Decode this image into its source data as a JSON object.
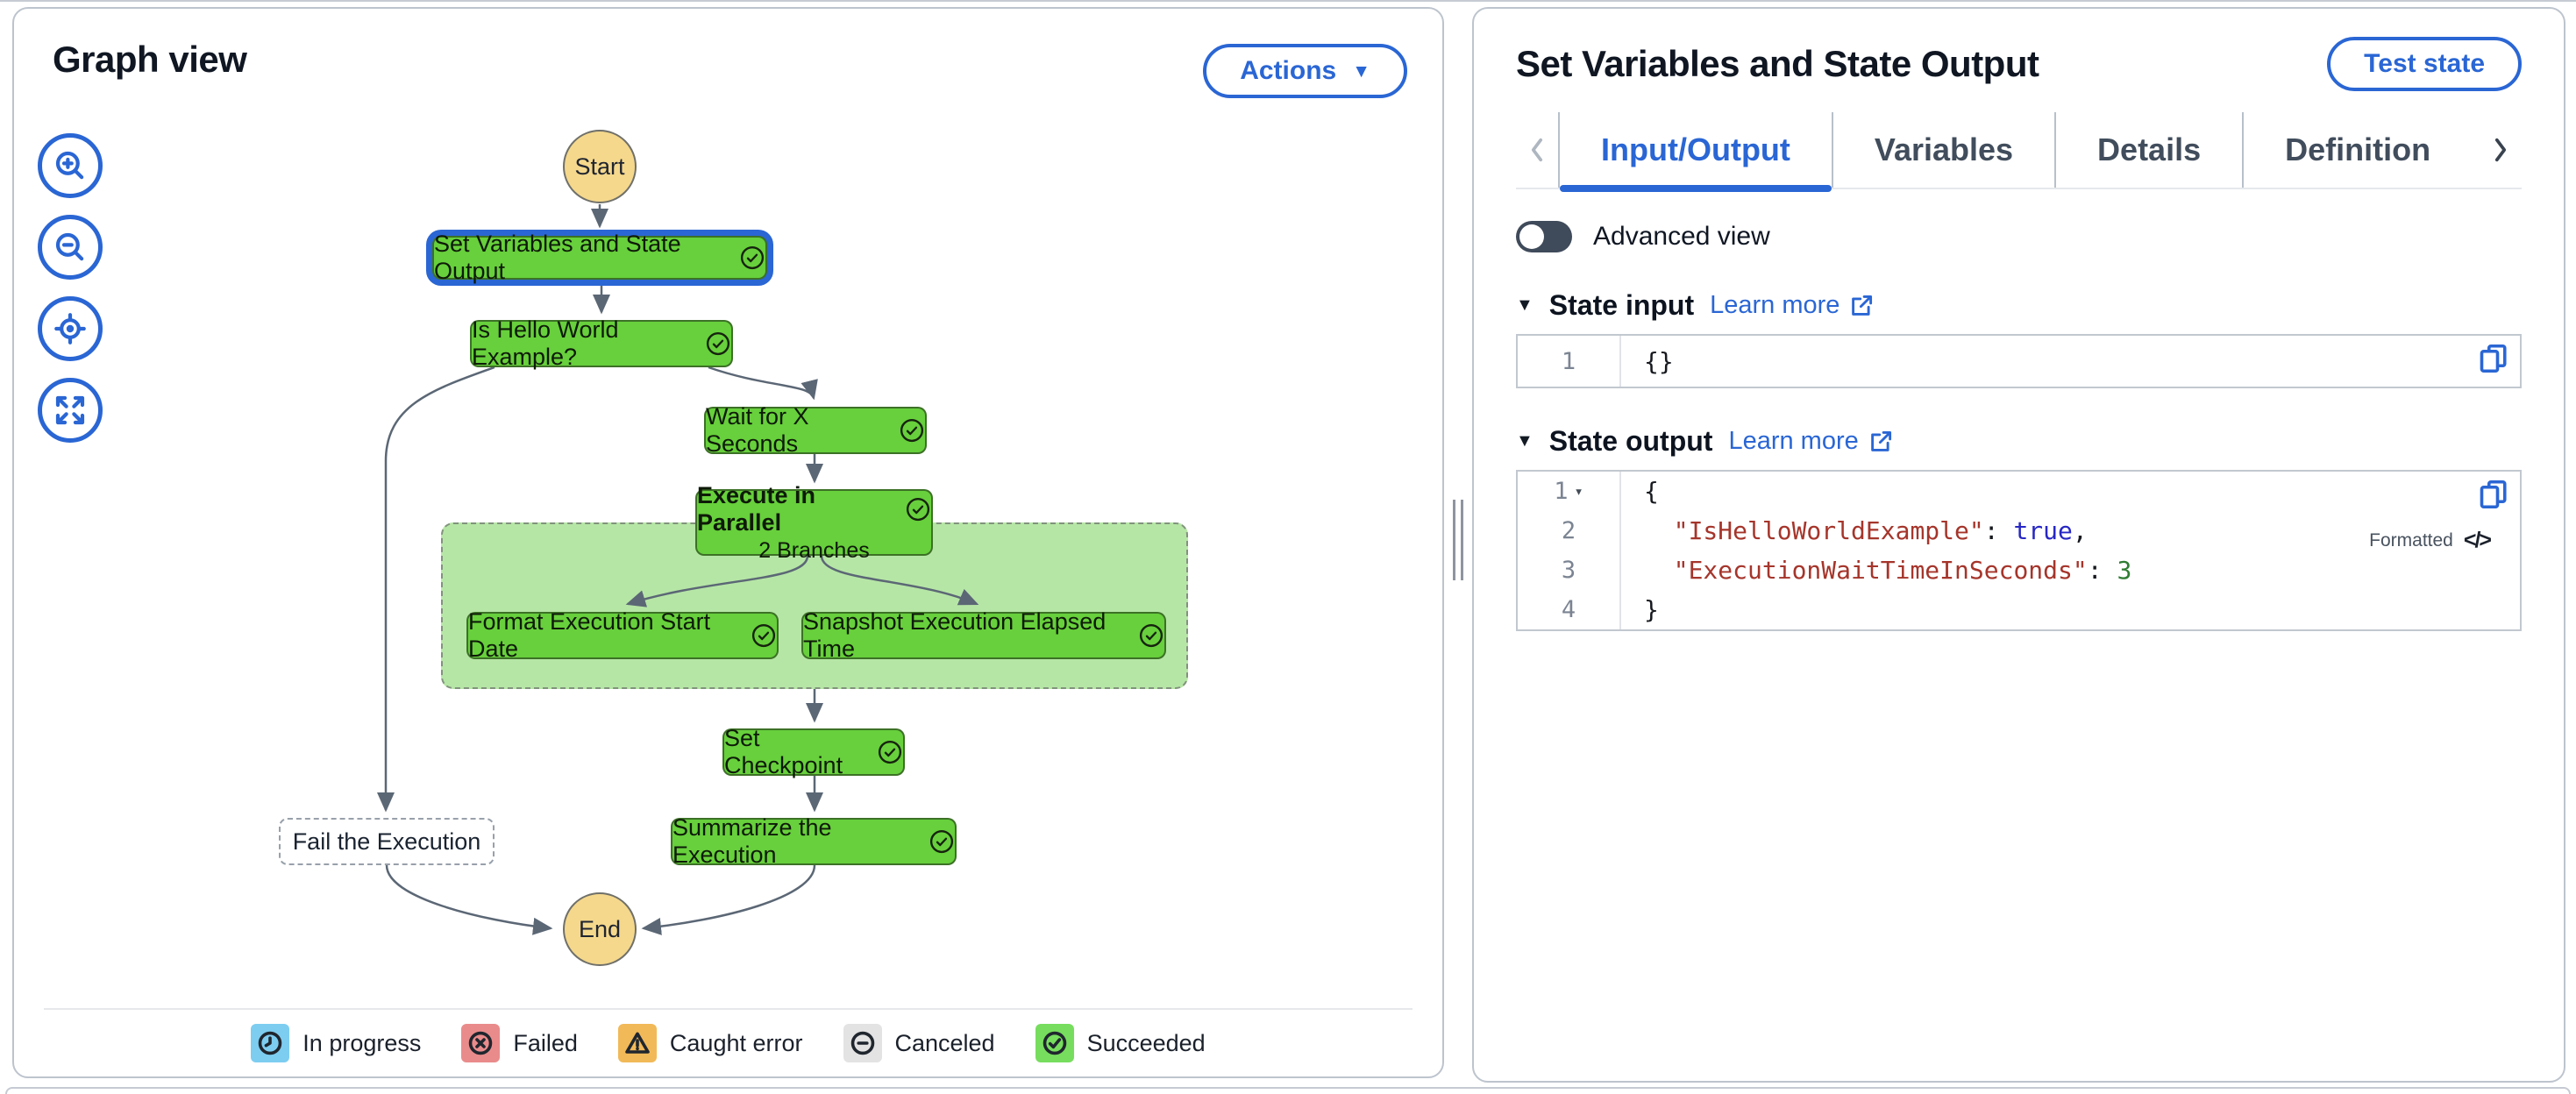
{
  "accent_color": "#2a66d4",
  "graph_panel": {
    "title": "Graph view",
    "actions_button": "Actions",
    "nodes": {
      "start": "Start",
      "set_variables": "Set Variables and State Output",
      "is_hello": "Is Hello World Example?",
      "wait": "Wait for X Seconds",
      "parallel": "Execute in Parallel",
      "parallel_sub": "2 Branches",
      "format_date": "Format Execution Start Date",
      "snapshot": "Snapshot Execution Elapsed Time",
      "checkpoint": "Set Checkpoint",
      "summarize": "Summarize the Execution",
      "fail": "Fail the Execution",
      "end": "End"
    },
    "node_colors": {
      "succeeded_fill": "#67d03c",
      "parallel_container_fill": "#b6e6a6",
      "terminal_fill": "#f5d88c"
    },
    "legend": [
      {
        "label": "In progress",
        "icon": "clock",
        "color": "#7dcdf0"
      },
      {
        "label": "Failed",
        "icon": "x-circle",
        "color": "#ea8b8b"
      },
      {
        "label": "Caught error",
        "icon": "warning-triangle",
        "color": "#f2b959"
      },
      {
        "label": "Canceled",
        "icon": "minus-circle",
        "color": "#e3e3e3"
      },
      {
        "label": "Succeeded",
        "icon": "check-circle",
        "color": "#77dd5e"
      }
    ]
  },
  "detail_panel": {
    "title": "Set Variables and State Output",
    "test_state_button": "Test state",
    "tabs": [
      {
        "label": "Input/Output",
        "active": true
      },
      {
        "label": "Variables",
        "active": false
      },
      {
        "label": "Details",
        "active": false
      },
      {
        "label": "Definition",
        "active": false
      }
    ],
    "advanced_view_label": "Advanced view",
    "json_colors": {
      "plain": "#16191f",
      "key": "#a5352b",
      "bool": "#2727c4",
      "num": "#2f7d33"
    },
    "state_input": {
      "heading": "State input",
      "learn_more": "Learn more",
      "lines": [
        {
          "num": "1",
          "fold": false,
          "tokens": [
            {
              "t": "{}",
              "c": "plain"
            }
          ]
        }
      ]
    },
    "state_output": {
      "heading": "State output",
      "learn_more": "Learn more",
      "formatted_label": "Formatted",
      "lines": [
        {
          "num": "1",
          "fold": true,
          "tokens": [
            {
              "t": "{",
              "c": "plain"
            }
          ]
        },
        {
          "num": "2",
          "fold": false,
          "tokens": [
            {
              "t": "  ",
              "c": "plain"
            },
            {
              "t": "\"IsHelloWorldExample\"",
              "c": "key"
            },
            {
              "t": ": ",
              "c": "plain"
            },
            {
              "t": "true",
              "c": "bool"
            },
            {
              "t": ",",
              "c": "plain"
            }
          ]
        },
        {
          "num": "3",
          "fold": false,
          "tokens": [
            {
              "t": "  ",
              "c": "plain"
            },
            {
              "t": "\"ExecutionWaitTimeInSeconds\"",
              "c": "key"
            },
            {
              "t": ": ",
              "c": "plain"
            },
            {
              "t": "3",
              "c": "num"
            }
          ]
        },
        {
          "num": "4",
          "fold": false,
          "tokens": [
            {
              "t": "}",
              "c": "plain"
            }
          ]
        }
      ]
    }
  }
}
